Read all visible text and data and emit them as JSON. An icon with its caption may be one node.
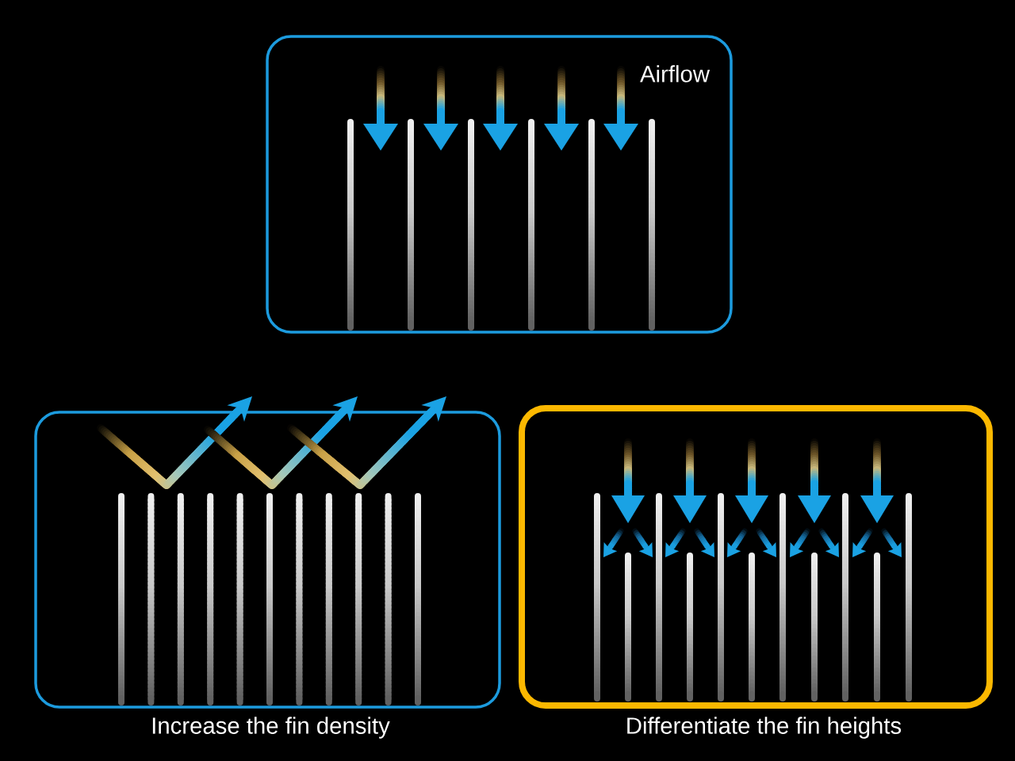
{
  "diagram": {
    "nodes": [
      {
        "text": [
          "Airflow"
        ]
      },
      {
        "text": [],
        "shape": "box",
        "beside": [
          "Increase the fin density"
        ]
      },
      {
        "text": [],
        "shape": "box",
        "beside": [
          "Differentiate the fin heights"
        ]
      }
    ]
  }
}
